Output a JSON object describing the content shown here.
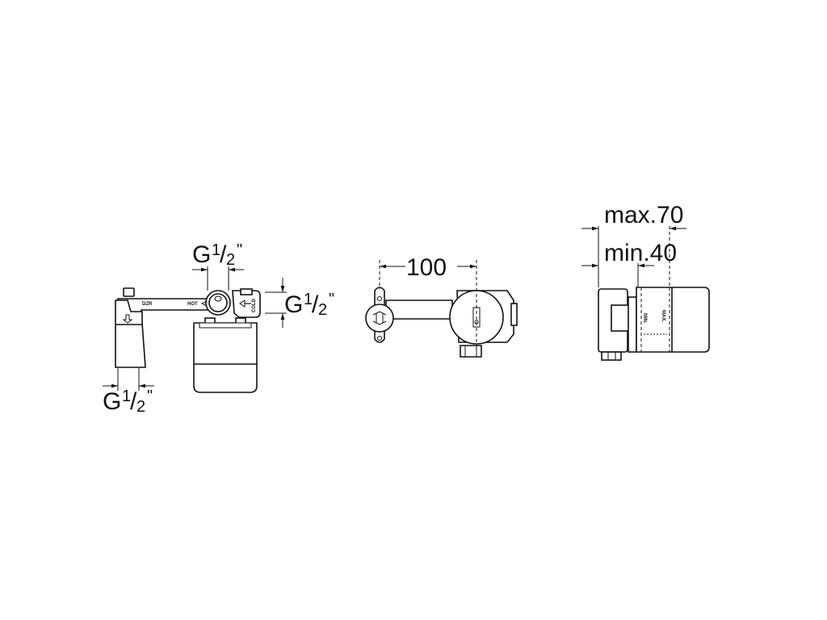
{
  "drawing": {
    "views": [
      {
        "name": "front-view",
        "dimensions": {
          "top_connection": {
            "prefix": "G",
            "value": "1/2\""
          },
          "right_connection": {
            "prefix": "G",
            "value": "1/2\""
          },
          "bottom_connection": {
            "prefix": "G",
            "value": "1/2\""
          }
        },
        "labels": {
          "pipe": "DZR",
          "hot": "HOT",
          "cold": "COLD"
        }
      },
      {
        "name": "top-view",
        "dimensions": {
          "center_distance": "100"
        }
      },
      {
        "name": "side-view",
        "dimensions": {
          "max_depth": "max.70",
          "min_depth": "min.40"
        },
        "labels": {
          "min": "MIN.",
          "max": "MAX."
        }
      }
    ],
    "g": "G",
    "half_num": "1",
    "half_den": "2",
    "inch": "\"",
    "line_color": "#111111",
    "fill_color": "#ffffff"
  }
}
